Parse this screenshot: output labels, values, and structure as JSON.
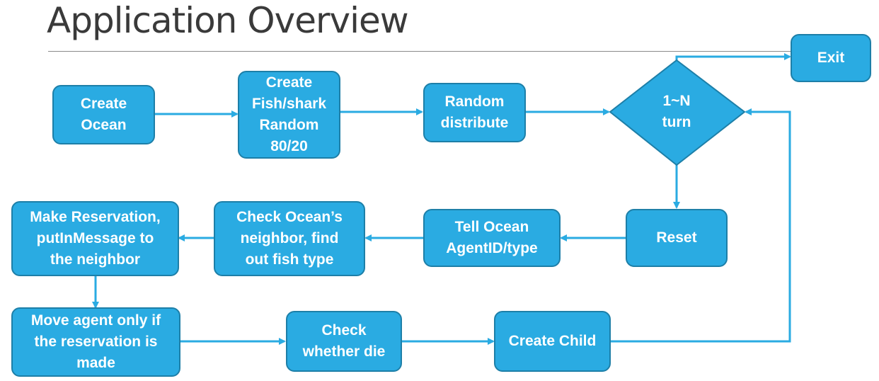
{
  "title": "Application Overview",
  "nodes": {
    "create_ocean": "Create\nOcean",
    "create_fish": "Create\nFish/shark\nRandom\n80/20",
    "random_distribute": "Random\ndistribute",
    "turn_decision": "1~N\nturn",
    "exit": "Exit",
    "reset": "Reset",
    "tell_ocean": "Tell Ocean\nAgentID/type",
    "check_neighbor": "Check Ocean’s\nneighbor, find\nout fish type",
    "make_reservation": "Make Reservation,\nputInMessage to\nthe neighbor",
    "move_agent": "Move agent only if\nthe reservation is\nmade",
    "check_die": "Check\nwhether die",
    "create_child": "Create Child"
  },
  "colors": {
    "node_fill": "#2AABE2",
    "node_border": "#1d7fa8",
    "arrow": "#2AABE2",
    "title_text": "#3a3a3a"
  }
}
